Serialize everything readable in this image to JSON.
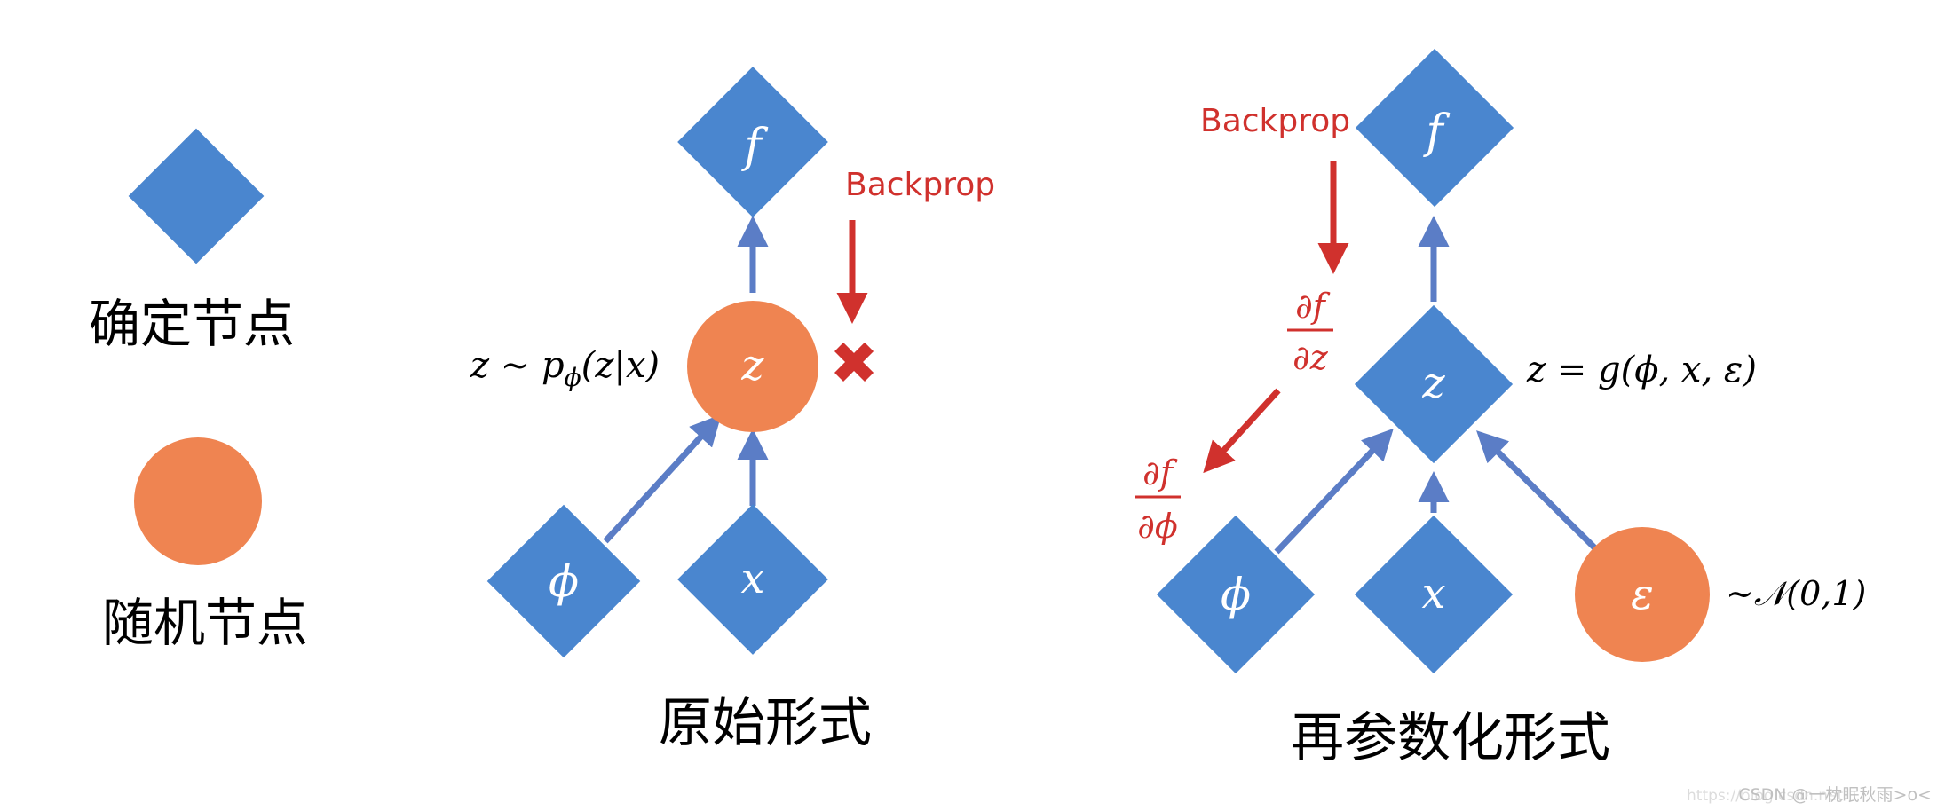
{
  "legend": {
    "deterministic_label": "确定节点",
    "random_label": "随机节点"
  },
  "original": {
    "caption": "原始形式",
    "node_f": "f",
    "node_z": "z",
    "node_phi": "ϕ",
    "node_x": "x",
    "z_eq_main": "z ∼ p",
    "z_eq_sub": "ϕ",
    "z_eq_tail": "(z|x)",
    "backprop_label": "Backprop",
    "blocked_mark": "✖"
  },
  "reparam": {
    "caption": "再参数化形式",
    "node_f": "f",
    "node_z": "z",
    "node_phi": "ϕ",
    "node_x": "x",
    "node_eps": "ε",
    "z_eq": "z = g(ϕ, x, ε)",
    "eps_dist": "∼𝒩(0,1)",
    "backprop_label": "Backprop",
    "grad_z_num": "∂f",
    "grad_z_den": "∂z",
    "grad_phi_num": "∂f",
    "grad_phi_den": "∂ϕ"
  },
  "watermark": {
    "url_text": "https://blog.csdn.net",
    "text": "CSDN @一枕眠秋雨>o<"
  },
  "colors": {
    "deterministic": "#4a86cf",
    "random": "#ef8451",
    "edge": "#5b7dc6",
    "backprop": "#d0312d",
    "text": "#000000"
  }
}
